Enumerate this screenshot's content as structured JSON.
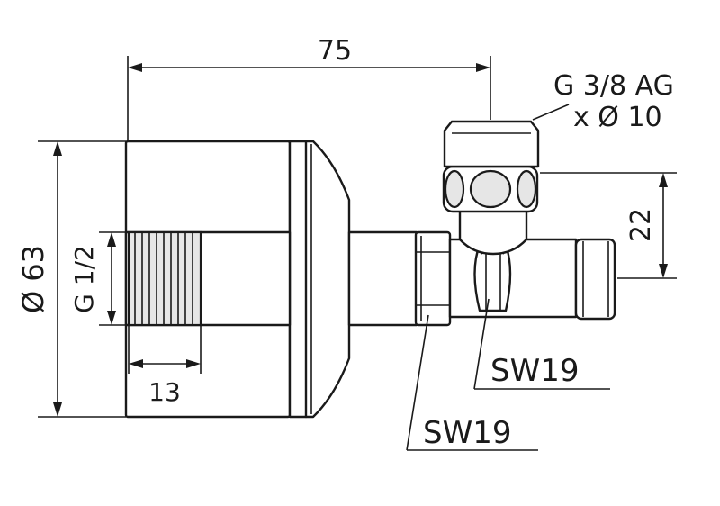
{
  "labels": {
    "width_75": "75",
    "thread_out_line1": "G 3/8 AG",
    "thread_out_line2": "x Ø 10",
    "height_22": "22",
    "diameter_63": "Ø 63",
    "thread_in": "G 1/2",
    "length_13": "13",
    "wrench_upper": "SW19",
    "wrench_lower": "SW19"
  }
}
